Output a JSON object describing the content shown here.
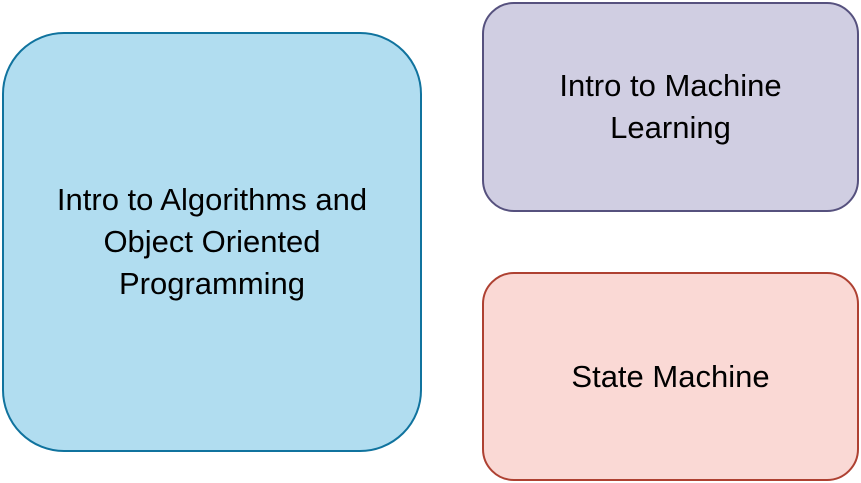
{
  "diagram": {
    "nodes": [
      {
        "id": "algorithms",
        "label": "Intro to Algorithms and Object Oriented Programming",
        "fill": "#b1ddf0",
        "stroke": "#10739e"
      },
      {
        "id": "machine-learning",
        "label": "Intro to Machine Learning",
        "fill": "#d0cee2",
        "stroke": "#56517e"
      },
      {
        "id": "state-machine",
        "label": "State Machine",
        "fill": "#fad9d5",
        "stroke": "#ae4132"
      }
    ]
  }
}
